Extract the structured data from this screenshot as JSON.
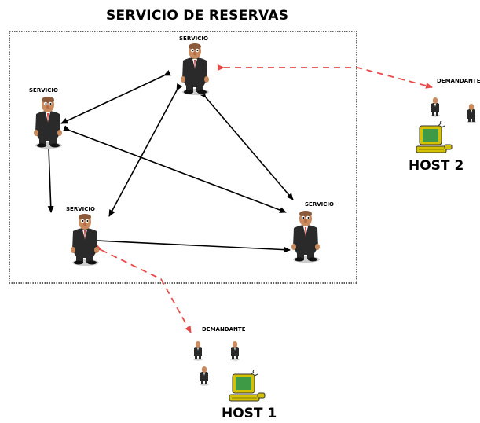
{
  "diagram": {
    "title": "SERVICIO DE RESERVAS",
    "service_label": "SERVICIO",
    "requester_label": "DEMANDANTE",
    "host1_label": "HOST 1",
    "host2_label": "HOST 2"
  },
  "colors": {
    "service_link": "#000000",
    "request_link": "#e84a4a",
    "boundary": "#000000",
    "suit": "#2a2a2a",
    "skin": "#c98a5e",
    "monitor": "#d4c200",
    "screen": "#3f9a46"
  },
  "icons": {
    "service": "businessman-icon",
    "requester": "small-person-icon",
    "host": "computer-icon"
  }
}
